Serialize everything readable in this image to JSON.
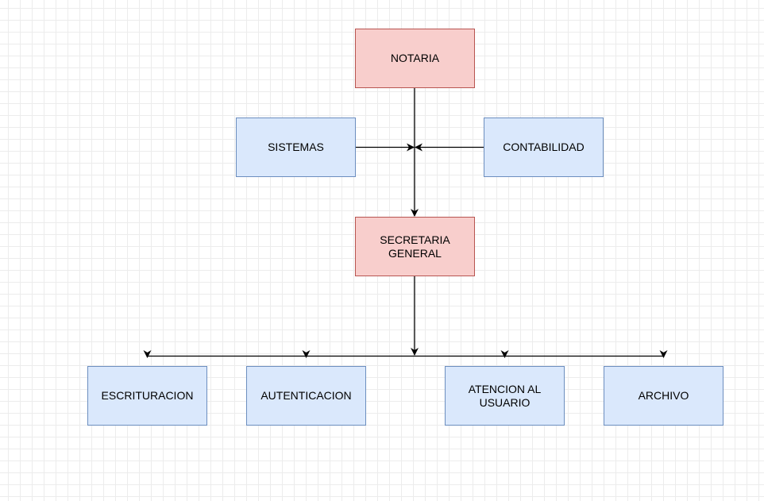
{
  "diagram": {
    "nodes": {
      "notaria": "NOTARIA",
      "sistemas": "SISTEMAS",
      "contabilidad": "CONTABILIDAD",
      "secretaria": "SECRETARIA GENERAL",
      "escrituracion": "ESCRITURACION",
      "autenticacion": "AUTENTICACION",
      "atencion": "ATENCION AL USUARIO",
      "archivo": "ARCHIVO"
    },
    "colors": {
      "top_fill": "#f8cecc",
      "top_stroke": "#b85450",
      "unit_fill": "#dae8fc",
      "unit_stroke": "#6c8ebf",
      "edge": "#000000"
    }
  }
}
